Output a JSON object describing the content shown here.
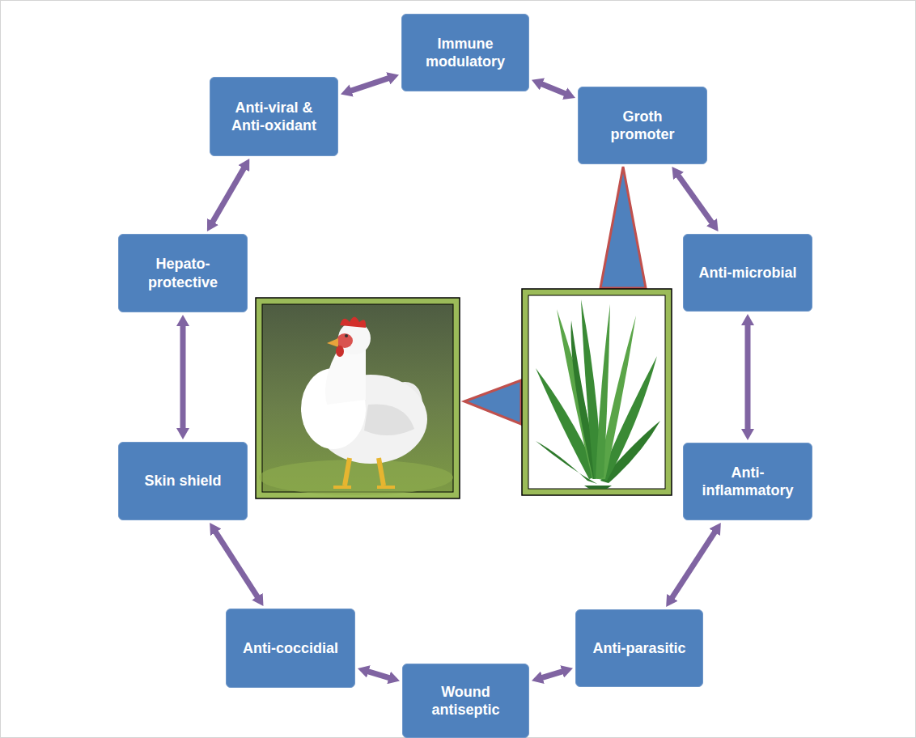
{
  "diagram": {
    "nodes": [
      {
        "text": [
          "Immune modulatory"
        ]
      },
      {
        "text": [
          "Groth promoter"
        ]
      },
      {
        "text": [
          "Anti-microbial"
        ]
      },
      {
        "text": [
          "Anti- inflammatory"
        ]
      },
      {
        "text": [
          "Anti-parasitic"
        ]
      },
      {
        "text": [
          "Wound antiseptic"
        ]
      },
      {
        "text": [
          "Anti-coccidial"
        ]
      },
      {
        "text": [
          "Skin shield"
        ]
      },
      {
        "text": [
          "Hepato- protective"
        ]
      },
      {
        "text": [
          "Anti-viral & Anti-oxidant"
        ]
      }
    ],
    "edges": [
      {
        "from": 0,
        "to": 1,
        "arrow": "both"
      },
      {
        "from": 1,
        "to": 2,
        "arrow": "both"
      },
      {
        "from": 2,
        "to": 3,
        "arrow": "both"
      },
      {
        "from": 3,
        "to": 4,
        "arrow": "both"
      },
      {
        "from": 4,
        "to": 5,
        "arrow": "both"
      },
      {
        "from": 5,
        "to": 6,
        "arrow": "both"
      },
      {
        "from": 6,
        "to": 7,
        "arrow": "both"
      },
      {
        "from": 7,
        "to": 8,
        "arrow": "both"
      },
      {
        "from": 8,
        "to": 9,
        "arrow": "both"
      },
      {
        "from": 9,
        "to": 0,
        "arrow": "both"
      }
    ]
  }
}
